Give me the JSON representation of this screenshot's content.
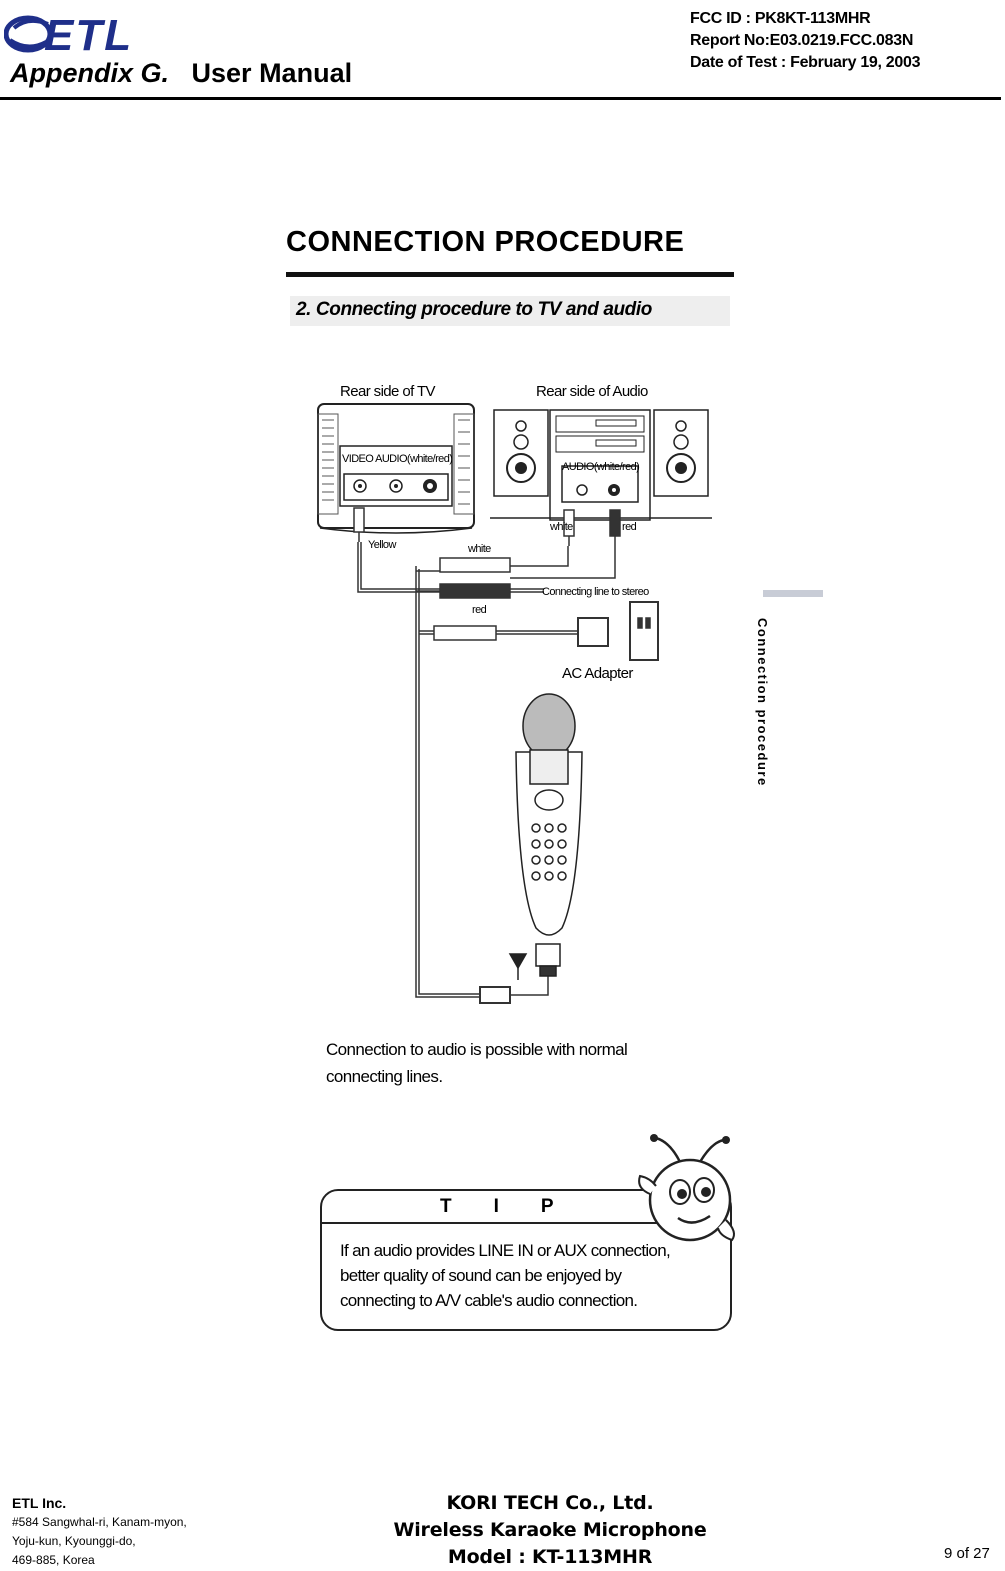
{
  "header": {
    "logo_text": "ETL",
    "appendix": "Appendix G.",
    "manual": "User Manual",
    "fcc_id": "FCC ID : PK8KT-113MHR",
    "report_no": "Report No:E03.0219.FCC.083N",
    "test_date": "Date of Test : February 19, 2003"
  },
  "content": {
    "title": "CONNECTION PROCEDURE",
    "subtitle": "2. Connecting procedure to TV and audio",
    "side_label": "Connection procedure",
    "diagram": {
      "tv_label": "Rear side of TV",
      "audio_label": "Rear side of Audio",
      "tv_ports": "VIDEO AUDIO(white/red)",
      "audio_ports": "AUDIO(white/red)",
      "yellow": "Yellow",
      "white_top": "white",
      "red_top": "red",
      "white_mid": "white",
      "red_mid": "red",
      "connecting_line": "Connecting line to stereo",
      "ac_adapter": "AC Adapter"
    },
    "note_line1": "Connection to audio is possible with normal",
    "note_line2": "connecting lines.",
    "tip": {
      "letters": [
        "T",
        "I",
        "P"
      ],
      "line1": "If an audio provides LINE IN or AUX connection,",
      "line2": "better quality of sound can be enjoyed by",
      "line3": "connecting to A/V cable's audio connection."
    }
  },
  "footer": {
    "company": "ETL Inc.",
    "address1": "#584 Sangwhal-ri, Kanam-myon,",
    "address2": "Yoju-kun, Kyounggi-do,",
    "address3": "469-885,  Korea",
    "maker": "KORI TECH Co., Ltd.",
    "product": "Wireless Karaoke Microphone",
    "model": "Model : KT-113MHR",
    "page": "9 of 27"
  }
}
